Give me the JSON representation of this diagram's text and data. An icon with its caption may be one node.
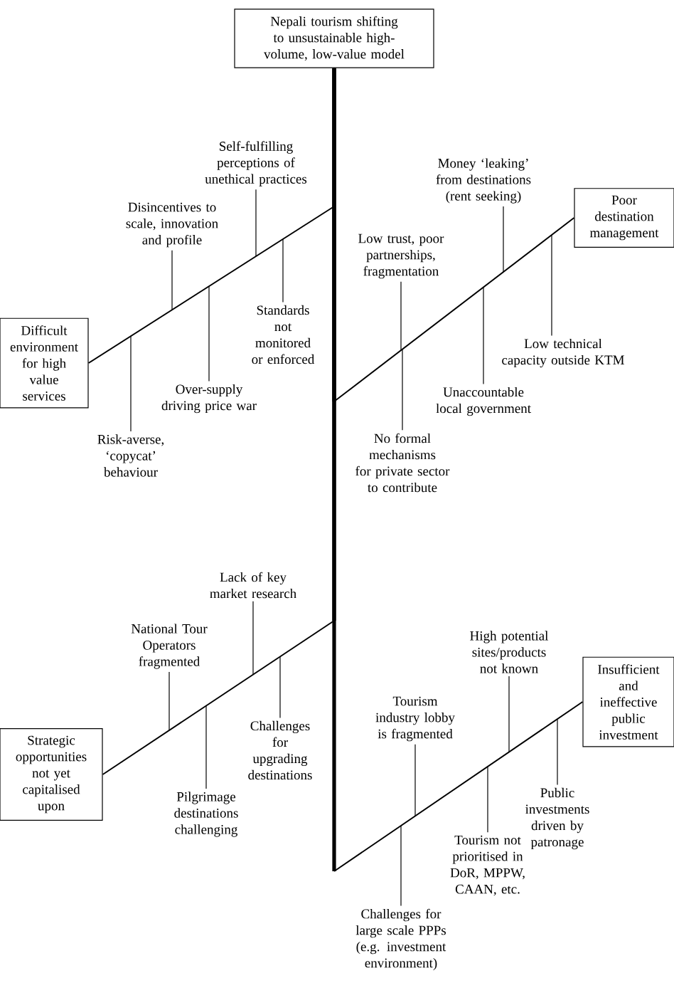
{
  "diagram": {
    "nodes": [
      {
        "text": [
          "Nepali tourism shifting to unsustainable high-volume, low-value model"
        ]
      },
      {
        "text": [
          "Difficult environment for high value services"
        ]
      },
      {
        "text": [
          "Self-fulfilling perceptions of unethical practices"
        ]
      },
      {
        "text": [
          "Disincentives to scale, innovation and profile"
        ]
      },
      {
        "text": [
          "Standards not monitored or enforced"
        ]
      },
      {
        "text": [
          "Over-supply driving price war"
        ]
      },
      {
        "text": [
          "Risk-averse, ‘copycat’ behaviour"
        ]
      },
      {
        "text": [
          "Poor destination management"
        ]
      },
      {
        "text": [
          "Money ‘leaking’ from destinations (rent seeking)"
        ]
      },
      {
        "text": [
          "Low trust, poor partnerships, fragmentation"
        ]
      },
      {
        "text": [
          "Low technical capacity outside KTM"
        ]
      },
      {
        "text": [
          "Unaccountable local government"
        ]
      },
      {
        "text": [
          "No formal mechanisms for private sector to contribute"
        ]
      },
      {
        "text": [
          "Strategic opportunities not yet capitalised upon"
        ]
      },
      {
        "text": [
          "Lack of key market research"
        ]
      },
      {
        "text": [
          "National Tour Operators fragmented"
        ]
      },
      {
        "text": [
          "Challenges for upgrading destinations"
        ]
      },
      {
        "text": [
          "Pilgrimage destinations challenging"
        ]
      },
      {
        "text": [
          "Insufficient and ineffective public investment"
        ]
      },
      {
        "text": [
          "High potential sites/products not known"
        ]
      },
      {
        "text": [
          "Tourism industry lobby is fragmented"
        ]
      },
      {
        "text": [
          "Public investments driven by patronage"
        ]
      },
      {
        "text": [
          "Tourism not prioritised in DoR, MPPW, CAAN, etc."
        ]
      },
      {
        "text": [
          "Challenges for large scale PPPs (e.g. investment environment)"
        ]
      }
    ],
    "edges": [
      {
        "from": 1,
        "to": 0,
        "arrow": "none"
      },
      {
        "from": 7,
        "to": 0,
        "arrow": "none",
        "style": "thick"
      },
      {
        "from": 13,
        "to": 0,
        "arrow": "none",
        "style": "thick"
      },
      {
        "from": 18,
        "to": 0,
        "arrow": "none",
        "style": "thick"
      },
      {
        "from": 2,
        "to": null,
        "arrow": "none"
      },
      {
        "from": 3,
        "to": null,
        "arrow": "none"
      },
      {
        "from": 4,
        "to": null,
        "arrow": "none"
      },
      {
        "from": 5,
        "to": null,
        "arrow": "none"
      },
      {
        "from": 6,
        "to": null,
        "arrow": "none"
      },
      {
        "from": 8,
        "to": null,
        "arrow": "none"
      },
      {
        "from": 9,
        "to": null,
        "arrow": "none"
      },
      {
        "from": 10,
        "to": null,
        "arrow": "none"
      },
      {
        "from": 11,
        "to": null,
        "arrow": "none"
      },
      {
        "from": 12,
        "to": null,
        "arrow": "none"
      },
      {
        "from": 14,
        "to": null,
        "arrow": "none"
      },
      {
        "from": 15,
        "to": null,
        "arrow": "none"
      },
      {
        "from": 16,
        "to": null,
        "arrow": "none"
      },
      {
        "from": 17,
        "to": null,
        "arrow": "none"
      },
      {
        "from": 19,
        "to": null,
        "arrow": "none"
      },
      {
        "from": 20,
        "to": null,
        "arrow": "none"
      },
      {
        "from": 21,
        "to": null,
        "arrow": "none"
      },
      {
        "from": 22,
        "to": null,
        "arrow": "none"
      },
      {
        "from": 23,
        "to": null,
        "arrow": "none"
      }
    ]
  }
}
